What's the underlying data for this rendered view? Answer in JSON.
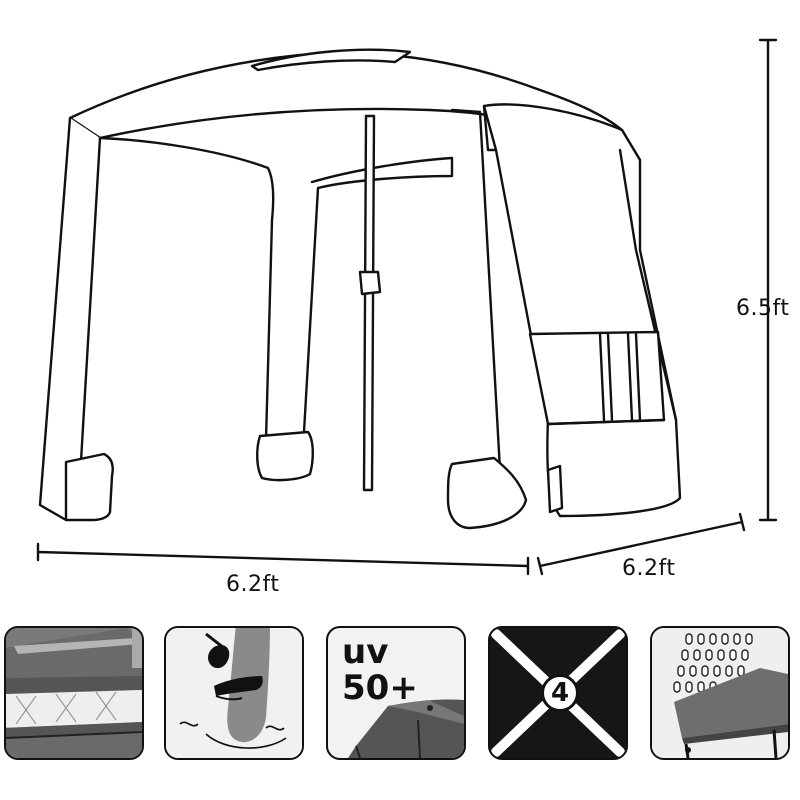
{
  "dimensions": {
    "height": "6.5ft",
    "width": "6.2ft",
    "depth": "6.2ft"
  },
  "features": {
    "uv_line1": "uv",
    "uv_line2": "50+",
    "corner_count": "4"
  },
  "colors": {
    "outline": "#111111",
    "tile_dark": "#161616",
    "fabric_gray": "#7a7a7a"
  }
}
